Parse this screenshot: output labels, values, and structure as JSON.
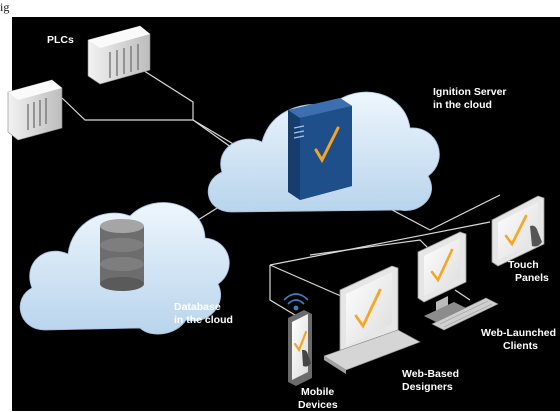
{
  "header_fragment": "ig",
  "colors": {
    "background": "#000000",
    "cloud_fill": "#cfe3f5",
    "cloud_shade": "#a9c9e6",
    "server_blue": "#1f4f8a",
    "check_orange": "#f5a623",
    "connector": "#d9d9d9",
    "device_grey": "#9aa0a6"
  },
  "labels": {
    "plcs": "PLCs",
    "server_line1": "Ignition Server",
    "server_line2": "in the cloud",
    "database_line1": "Database",
    "database_line2": "in the cloud",
    "touch_line1": "Touch",
    "touch_line2": "Panels",
    "web_clients_line1": "Web-Launched",
    "web_clients_line2": "Clients",
    "designers_line1": "Web-Based",
    "designers_line2": "Designers",
    "mobile_line1": "Mobile",
    "mobile_line2": "Devices"
  },
  "icons": [
    "plc-unit-icon",
    "cloud-icon",
    "server-icon",
    "database-icon",
    "touch-panel-icon",
    "monitor-icon",
    "keyboard-icon",
    "laptop-icon",
    "phone-icon",
    "wifi-icon",
    "touch-hand-icon",
    "checkmark-icon"
  ]
}
